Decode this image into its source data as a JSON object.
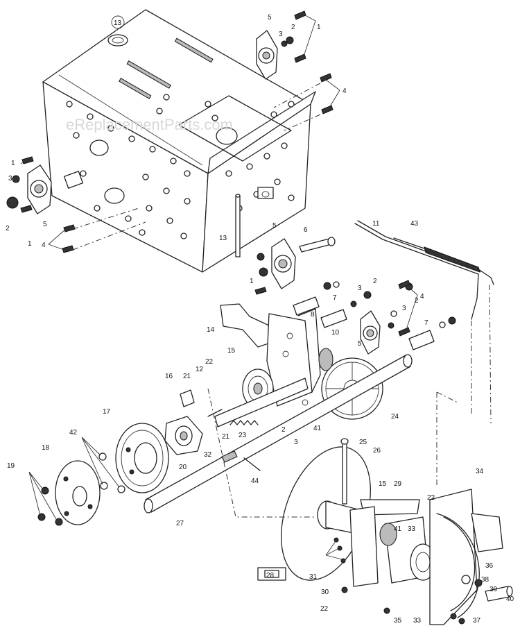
{
  "watermark": "eReplacementParts.com",
  "labels": [
    {
      "id": "13a",
      "text": "13"
    },
    {
      "id": "5a",
      "text": "5"
    },
    {
      "id": "3a",
      "text": "3"
    },
    {
      "id": "2a",
      "text": "2"
    },
    {
      "id": "1a",
      "text": "1"
    },
    {
      "id": "4a",
      "text": "4"
    },
    {
      "id": "1b",
      "text": "1"
    },
    {
      "id": "3b",
      "text": "3"
    },
    {
      "id": "2b",
      "text": "2"
    },
    {
      "id": "5b",
      "text": "5"
    },
    {
      "id": "1c",
      "text": "1"
    },
    {
      "id": "4b",
      "text": "4"
    },
    {
      "id": "13b",
      "text": "13"
    },
    {
      "id": "5c",
      "text": "5"
    },
    {
      "id": "6",
      "text": "6"
    },
    {
      "id": "11",
      "text": "11"
    },
    {
      "id": "43",
      "text": "43"
    },
    {
      "id": "3c",
      "text": "3"
    },
    {
      "id": "2c",
      "text": "2"
    },
    {
      "id": "1d",
      "text": "1"
    },
    {
      "id": "4c",
      "text": "4"
    },
    {
      "id": "3d",
      "text": "3"
    },
    {
      "id": "2d",
      "text": "2"
    },
    {
      "id": "7a",
      "text": "7"
    },
    {
      "id": "7b",
      "text": "7"
    },
    {
      "id": "8",
      "text": "8"
    },
    {
      "id": "5d",
      "text": "5"
    },
    {
      "id": "14",
      "text": "14"
    },
    {
      "id": "10",
      "text": "10"
    },
    {
      "id": "15a",
      "text": "15"
    },
    {
      "id": "16",
      "text": "16"
    },
    {
      "id": "21a",
      "text": "21"
    },
    {
      "id": "12",
      "text": "12"
    },
    {
      "id": "22a",
      "text": "22"
    },
    {
      "id": "17",
      "text": "17"
    },
    {
      "id": "42",
      "text": "42"
    },
    {
      "id": "21b",
      "text": "21"
    },
    {
      "id": "23",
      "text": "23"
    },
    {
      "id": "2e",
      "text": "2"
    },
    {
      "id": "3e",
      "text": "3"
    },
    {
      "id": "41a",
      "text": "41"
    },
    {
      "id": "24",
      "text": "24"
    },
    {
      "id": "25",
      "text": "25"
    },
    {
      "id": "26",
      "text": "26"
    },
    {
      "id": "18",
      "text": "18"
    },
    {
      "id": "32",
      "text": "32"
    },
    {
      "id": "20",
      "text": "20"
    },
    {
      "id": "19",
      "text": "19"
    },
    {
      "id": "44",
      "text": "44"
    },
    {
      "id": "27",
      "text": "27"
    },
    {
      "id": "15b",
      "text": "15"
    },
    {
      "id": "29",
      "text": "29"
    },
    {
      "id": "34",
      "text": "34"
    },
    {
      "id": "22b",
      "text": "22"
    },
    {
      "id": "41b",
      "text": "41"
    },
    {
      "id": "33a",
      "text": "33"
    },
    {
      "id": "36",
      "text": "36"
    },
    {
      "id": "31",
      "text": "31"
    },
    {
      "id": "38",
      "text": "38"
    },
    {
      "id": "39",
      "text": "39"
    },
    {
      "id": "28",
      "text": "28"
    },
    {
      "id": "30",
      "text": "30"
    },
    {
      "id": "22c",
      "text": "22"
    },
    {
      "id": "40",
      "text": "40"
    },
    {
      "id": "35",
      "text": "35"
    },
    {
      "id": "33b",
      "text": "33"
    },
    {
      "id": "37",
      "text": "37"
    }
  ]
}
